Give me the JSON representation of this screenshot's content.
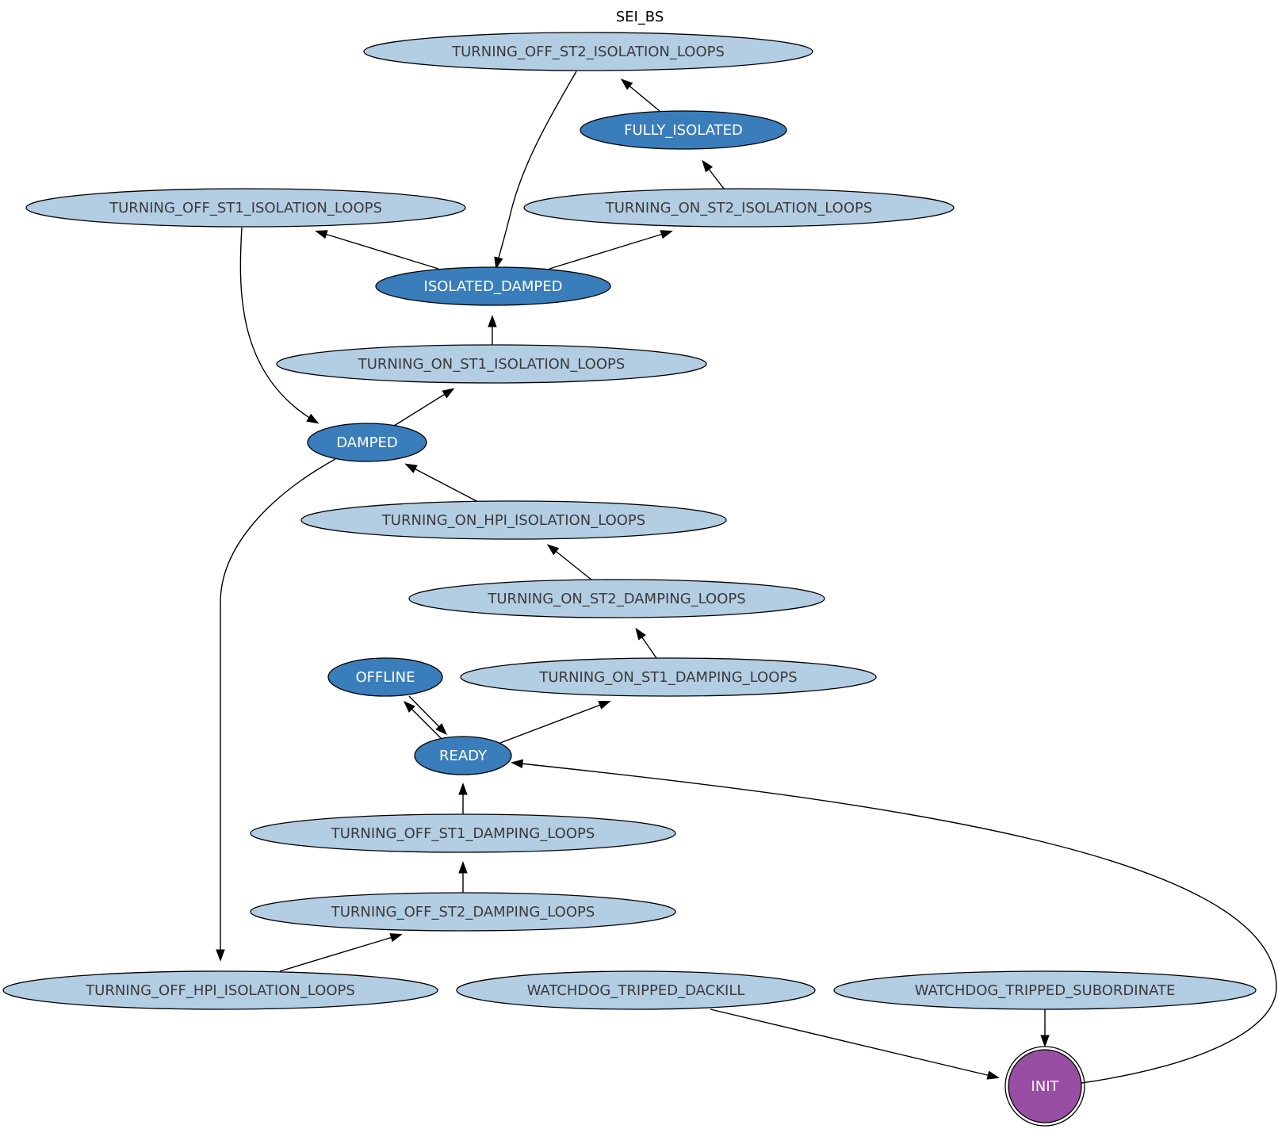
{
  "title": "SEI_BS",
  "colors": {
    "light": "#b3cde3",
    "dark": "#3a7dbb",
    "init": "#984ea3",
    "light_text": "#3b3b3b",
    "dark_text": "#ffffff"
  },
  "nodes": [
    {
      "id": "TURNING_OFF_ST2_ISOLATION_LOOPS",
      "label": "TURNING_OFF_ST2_ISOLATION_LOOPS",
      "style": "light"
    },
    {
      "id": "FULLY_ISOLATED",
      "label": "FULLY_ISOLATED",
      "style": "dark"
    },
    {
      "id": "TURNING_OFF_ST1_ISOLATION_LOOPS",
      "label": "TURNING_OFF_ST1_ISOLATION_LOOPS",
      "style": "light"
    },
    {
      "id": "TURNING_ON_ST2_ISOLATION_LOOPS",
      "label": "TURNING_ON_ST2_ISOLATION_LOOPS",
      "style": "light"
    },
    {
      "id": "ISOLATED_DAMPED",
      "label": "ISOLATED_DAMPED",
      "style": "dark"
    },
    {
      "id": "TURNING_ON_ST1_ISOLATION_LOOPS",
      "label": "TURNING_ON_ST1_ISOLATION_LOOPS",
      "style": "light"
    },
    {
      "id": "DAMPED",
      "label": "DAMPED",
      "style": "dark"
    },
    {
      "id": "TURNING_ON_HPI_ISOLATION_LOOPS",
      "label": "TURNING_ON_HPI_ISOLATION_LOOPS",
      "style": "light"
    },
    {
      "id": "TURNING_ON_ST2_DAMPING_LOOPS",
      "label": "TURNING_ON_ST2_DAMPING_LOOPS",
      "style": "light"
    },
    {
      "id": "OFFLINE",
      "label": "OFFLINE",
      "style": "dark"
    },
    {
      "id": "TURNING_ON_ST1_DAMPING_LOOPS",
      "label": "TURNING_ON_ST1_DAMPING_LOOPS",
      "style": "light"
    },
    {
      "id": "READY",
      "label": "READY",
      "style": "dark"
    },
    {
      "id": "TURNING_OFF_ST1_DAMPING_LOOPS",
      "label": "TURNING_OFF_ST1_DAMPING_LOOPS",
      "style": "light"
    },
    {
      "id": "TURNING_OFF_ST2_DAMPING_LOOPS",
      "label": "TURNING_OFF_ST2_DAMPING_LOOPS",
      "style": "light"
    },
    {
      "id": "TURNING_OFF_HPI_ISOLATION_LOOPS",
      "label": "TURNING_OFF_HPI_ISOLATION_LOOPS",
      "style": "light"
    },
    {
      "id": "WATCHDOG_TRIPPED_DACKILL",
      "label": "WATCHDOG_TRIPPED_DACKILL",
      "style": "light"
    },
    {
      "id": "WATCHDOG_TRIPPED_SUBORDINATE",
      "label": "WATCHDOG_TRIPPED_SUBORDINATE",
      "style": "light"
    },
    {
      "id": "INIT",
      "label": "INIT",
      "style": "init"
    }
  ],
  "edges": [
    {
      "from": "FULLY_ISOLATED",
      "to": "TURNING_OFF_ST2_ISOLATION_LOOPS"
    },
    {
      "from": "TURNING_OFF_ST2_ISOLATION_LOOPS",
      "to": "ISOLATED_DAMPED"
    },
    {
      "from": "TURNING_ON_ST2_ISOLATION_LOOPS",
      "to": "FULLY_ISOLATED"
    },
    {
      "from": "ISOLATED_DAMPED",
      "to": "TURNING_OFF_ST1_ISOLATION_LOOPS"
    },
    {
      "from": "ISOLATED_DAMPED",
      "to": "TURNING_ON_ST2_ISOLATION_LOOPS"
    },
    {
      "from": "TURNING_ON_ST1_ISOLATION_LOOPS",
      "to": "ISOLATED_DAMPED"
    },
    {
      "from": "TURNING_OFF_ST1_ISOLATION_LOOPS",
      "to": "DAMPED"
    },
    {
      "from": "DAMPED",
      "to": "TURNING_ON_ST1_ISOLATION_LOOPS"
    },
    {
      "from": "TURNING_ON_HPI_ISOLATION_LOOPS",
      "to": "DAMPED"
    },
    {
      "from": "DAMPED",
      "to": "TURNING_OFF_HPI_ISOLATION_LOOPS"
    },
    {
      "from": "TURNING_ON_ST2_DAMPING_LOOPS",
      "to": "TURNING_ON_HPI_ISOLATION_LOOPS"
    },
    {
      "from": "TURNING_ON_ST1_DAMPING_LOOPS",
      "to": "TURNING_ON_ST2_DAMPING_LOOPS"
    },
    {
      "from": "READY",
      "to": "OFFLINE"
    },
    {
      "from": "OFFLINE",
      "to": "READY"
    },
    {
      "from": "READY",
      "to": "TURNING_ON_ST1_DAMPING_LOOPS"
    },
    {
      "from": "TURNING_OFF_ST1_DAMPING_LOOPS",
      "to": "READY"
    },
    {
      "from": "TURNING_OFF_ST2_DAMPING_LOOPS",
      "to": "TURNING_OFF_ST1_DAMPING_LOOPS"
    },
    {
      "from": "TURNING_OFF_HPI_ISOLATION_LOOPS",
      "to": "TURNING_OFF_ST2_DAMPING_LOOPS"
    },
    {
      "from": "WATCHDOG_TRIPPED_DACKILL",
      "to": "INIT"
    },
    {
      "from": "WATCHDOG_TRIPPED_SUBORDINATE",
      "to": "INIT"
    },
    {
      "from": "INIT",
      "to": "READY"
    }
  ]
}
